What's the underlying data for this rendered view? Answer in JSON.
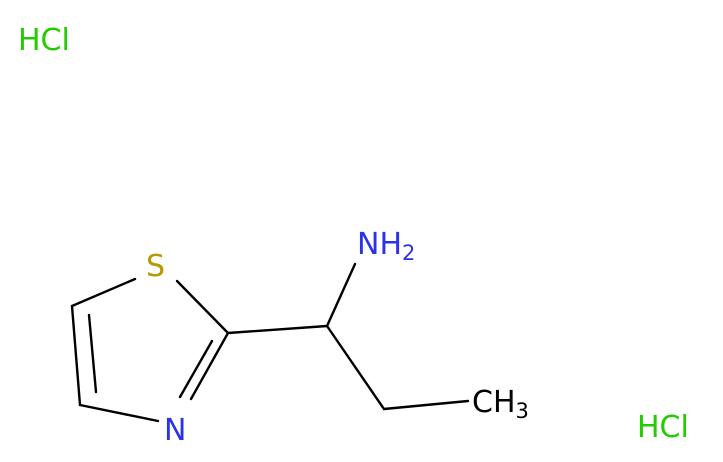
{
  "molecule": {
    "atoms": {
      "sulfur": {
        "symbol": "S",
        "color": "#B59A00"
      },
      "nitrogen_ring": {
        "symbol": "N",
        "color": "#2B33E8"
      },
      "amine": {
        "symbol": "NH",
        "subscript": "2",
        "color": "#2B33E8"
      },
      "methyl": {
        "symbol": "CH",
        "subscript": "3",
        "color": "#000000"
      }
    }
  },
  "salts": [
    {
      "label": "HCl",
      "color": "#22CC00"
    },
    {
      "label": "HCl",
      "color": "#22CC00"
    }
  ]
}
